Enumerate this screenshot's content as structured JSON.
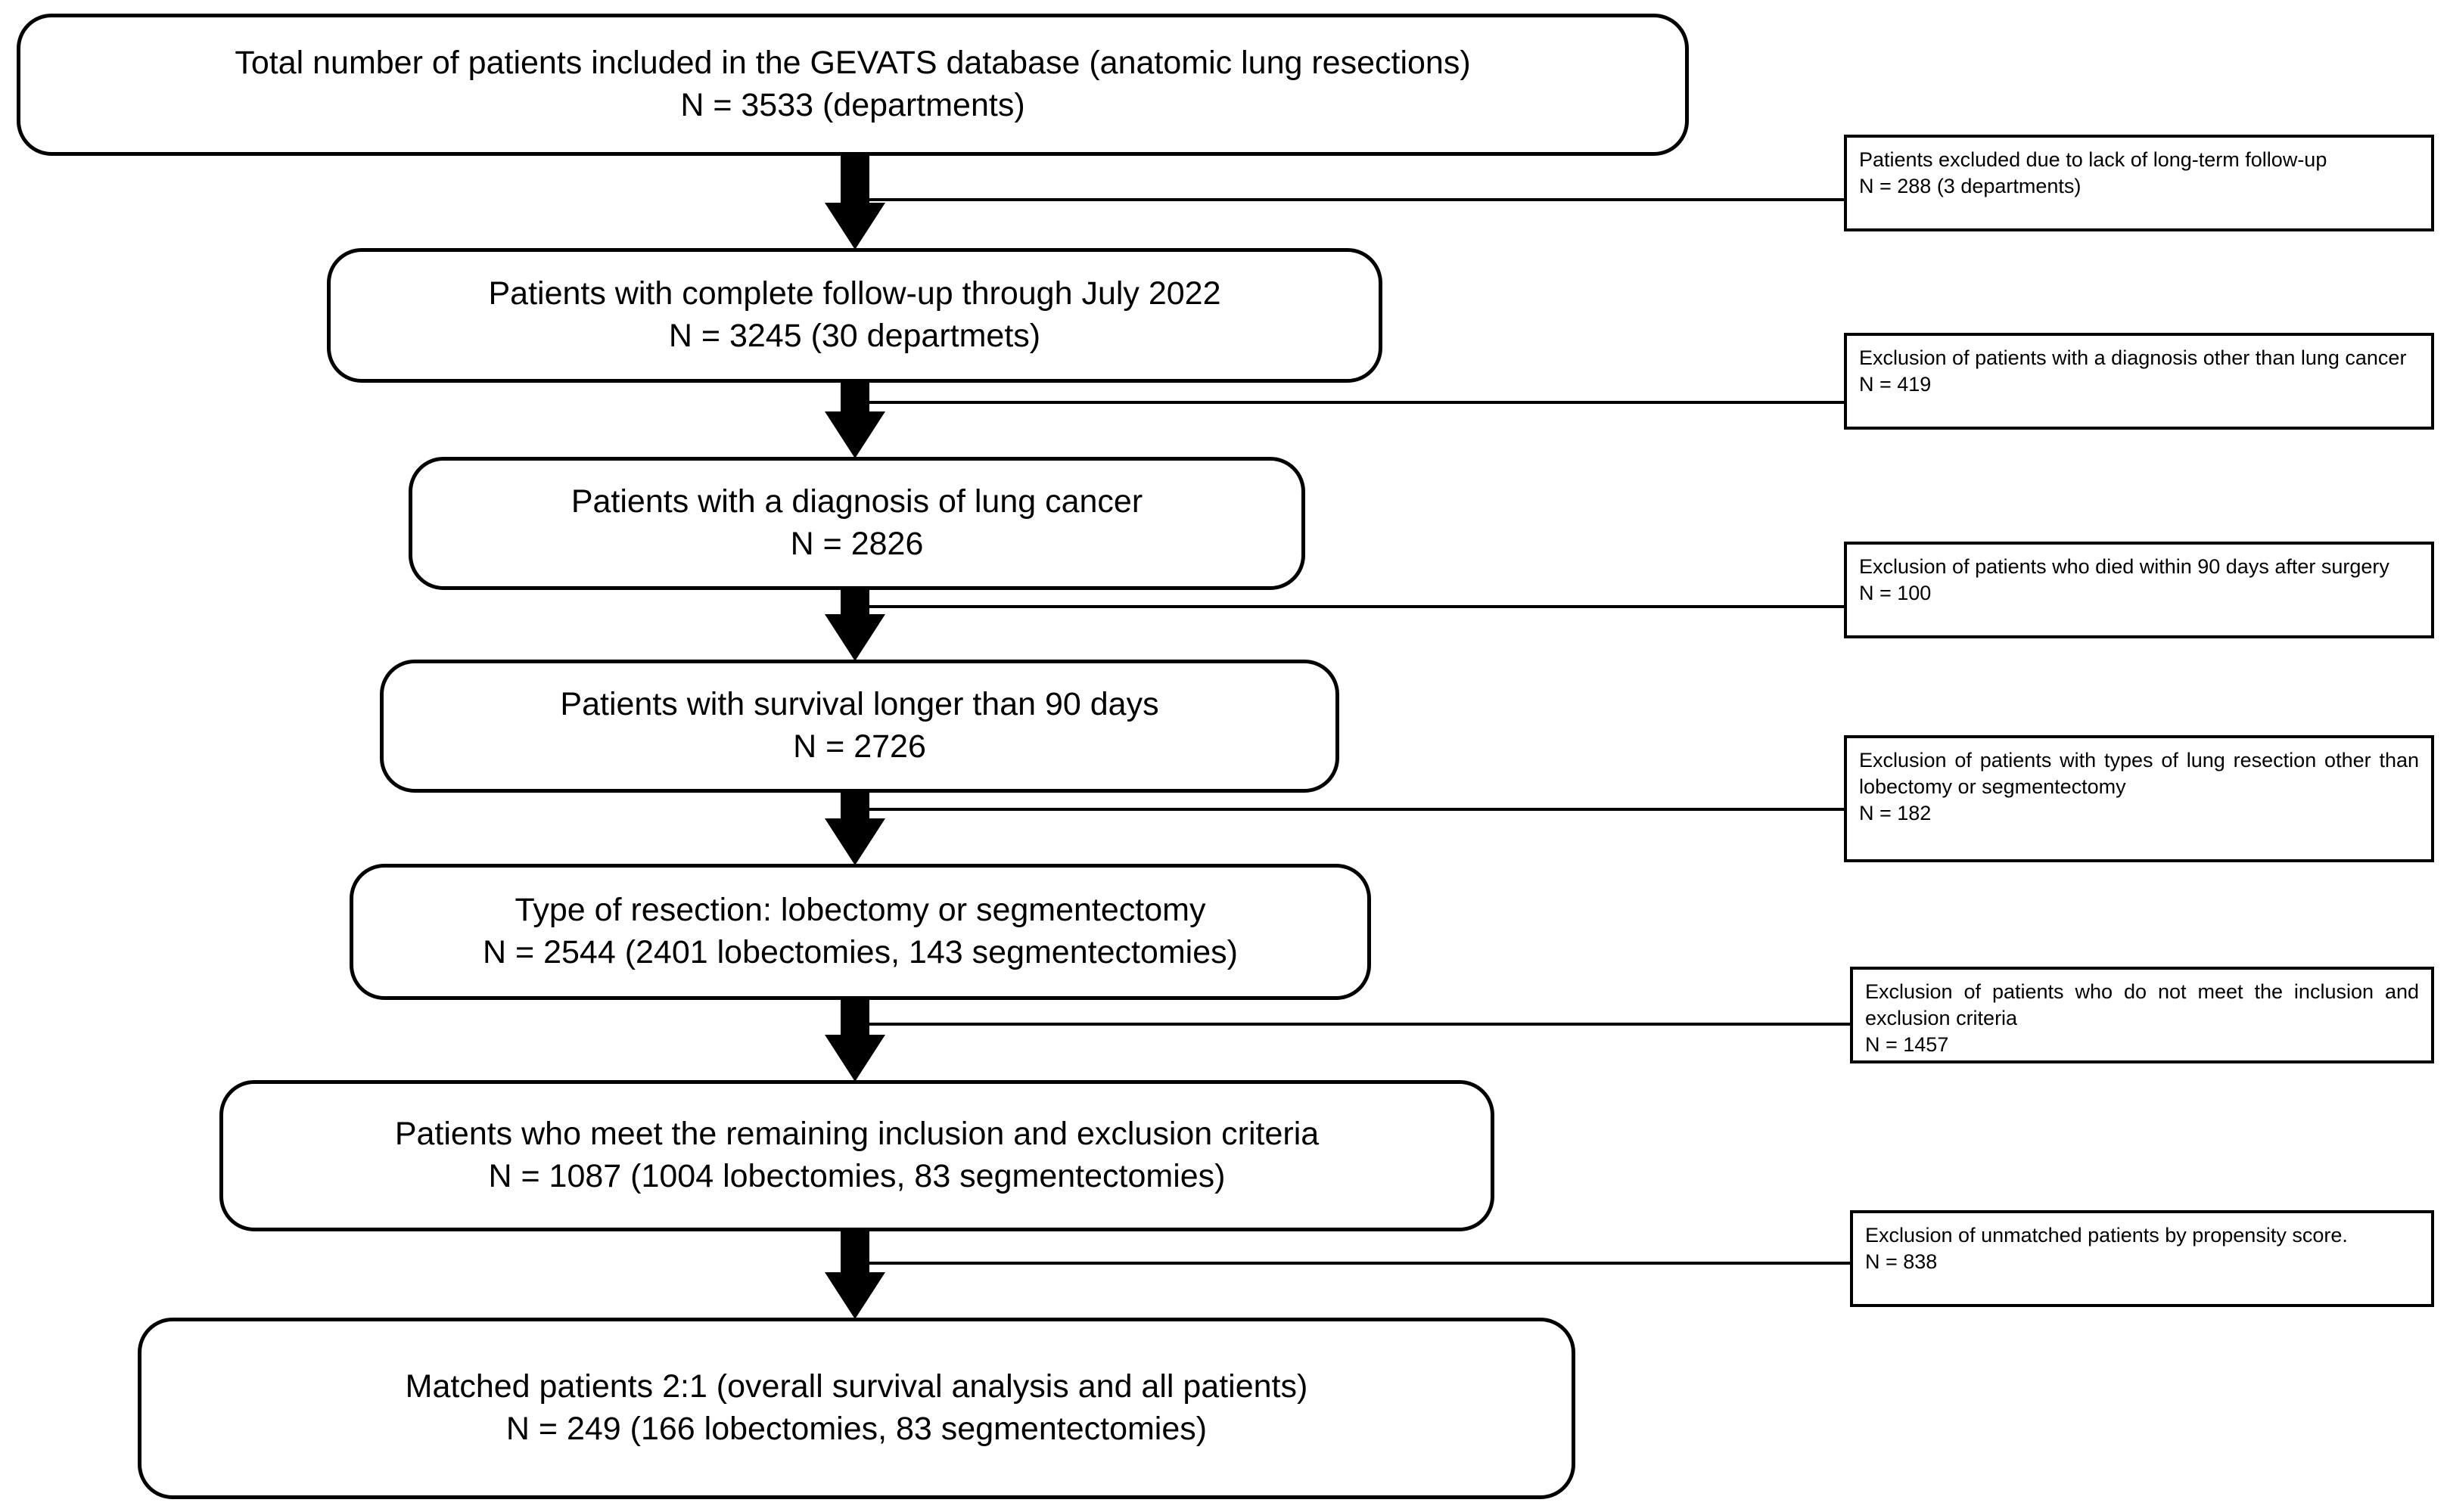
{
  "diagram": {
    "title": "GEVATS lung resection study patient selection flowchart",
    "type": "flowchart",
    "stroke_color": "#000000",
    "background_color": "#ffffff"
  },
  "flow_boxes": [
    {
      "id": "total-patients",
      "line1": "Total number of patients included in the GEVATS database (anatomic lung resections)",
      "line2": "N = 3533  (departments)",
      "n": 3533
    },
    {
      "id": "complete-followup",
      "line1": "Patients with complete follow-up through July 2022",
      "line2": "N = 3245 (30 departmets)",
      "n": 3245
    },
    {
      "id": "lung-cancer-diagnosis",
      "line1": "Patients with a diagnosis of lung cancer",
      "line2": "N = 2826",
      "n": 2826
    },
    {
      "id": "survival-90-days",
      "line1": "Patients with survival longer than 90 days",
      "line2": "N = 2726",
      "n": 2726
    },
    {
      "id": "resection-type",
      "line1": "Type of resection: lobectomy or segmentectomy",
      "line2": "N = 2544 (2401 lobectomies, 143 segmentectomies)",
      "n": 2544
    },
    {
      "id": "inclusion-exclusion-criteria",
      "line1": "Patients who meet the remaining inclusion and exclusion criteria",
      "line2": "N = 1087 (1004 lobectomies, 83 segmentectomies)",
      "n": 1087
    },
    {
      "id": "matched-patients",
      "line1": "Matched patients 2:1 (overall survival analysis and all patients)",
      "line2": "N = 249 (166 lobectomies, 83 segmentectomies)",
      "n": 249
    }
  ],
  "exclusion_boxes": [
    {
      "id": "excluded-no-followup",
      "reason": "Patients excluded due to lack of long-term follow-up",
      "count": "N = 288 (3 departments)",
      "n": 288
    },
    {
      "id": "excluded-other-diagnosis",
      "reason": "Exclusion of patients with a diagnosis other than lung cancer",
      "count": "N = 419",
      "n": 419
    },
    {
      "id": "excluded-died-90-days",
      "reason": "Exclusion of patients who died within 90 days after surgery",
      "count": "N = 100",
      "n": 100
    },
    {
      "id": "excluded-other-resection",
      "reason": "Exclusion of patients with types of lung resection other than lobectomy or segmentectomy",
      "count": "N = 182",
      "n": 182
    },
    {
      "id": "excluded-criteria-not-met",
      "reason": "Exclusion of patients who do not meet the inclusion and exclusion criteria",
      "count": "N = 1457",
      "n": 1457
    },
    {
      "id": "excluded-unmatched",
      "reason": "Exclusion of unmatched patients by propensity score.",
      "count": "N = 838",
      "n": 838
    }
  ]
}
